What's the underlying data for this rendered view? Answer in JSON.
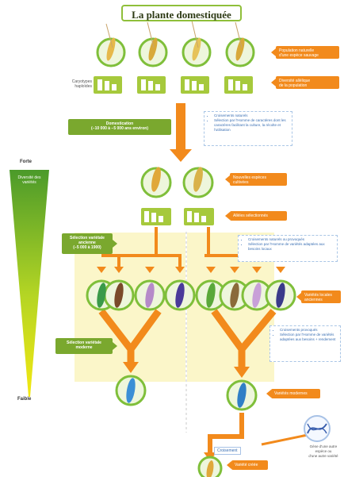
{
  "title": "La plante domestiquée",
  "labels": {
    "caryotypes": "Caryotypes\nhaploïdes",
    "domestication": "Domestication\n(−10 000 à −5 000 ans environ)",
    "selection1": "Sélection variétale\nancienne\n(−5 000 à 1900)",
    "selection2": "Sélection variétale\nmoderne",
    "fort": "Forte",
    "faible": "Faible",
    "diversite": "Diversité des\nvariétés",
    "croisement": "Croisement",
    "transgene": "Gène d'une autre\nespèce ou\nd'une autre variété"
  },
  "orange_boxes": [
    "Population naturelle\nd'une espèce sauvage",
    "Diversité allélique\nde la population",
    "Nouvelles espèces\ncultivées",
    "Allèles sélectionnés",
    "Variétés locales\nanciennes",
    "Variétés modernes",
    "Variété créée"
  ],
  "notes": [
    [
      "Croisements naturels",
      "Sélection par l'Homme de caractères dont les caractères facilitant la culture, la récolte et l'utilisation"
    ],
    [
      "Croisements naturels ou provoqués",
      "Sélection par l'Homme de variétés adaptées aux besoins locaux"
    ],
    [
      "Croisements provoqués",
      "Sélection par l'Homme de variétés adaptées aux besoins + rendement"
    ]
  ],
  "colors": {
    "orange": "#f28a1c",
    "green": "#7aa82e",
    "circle_border": "#7fbf3a",
    "wedge_top": "#5aa52a",
    "wedge_bottom": "#f1e414"
  },
  "icons": [
    "wheat-ear-icon",
    "chromosome-icon",
    "dna-icon"
  ]
}
